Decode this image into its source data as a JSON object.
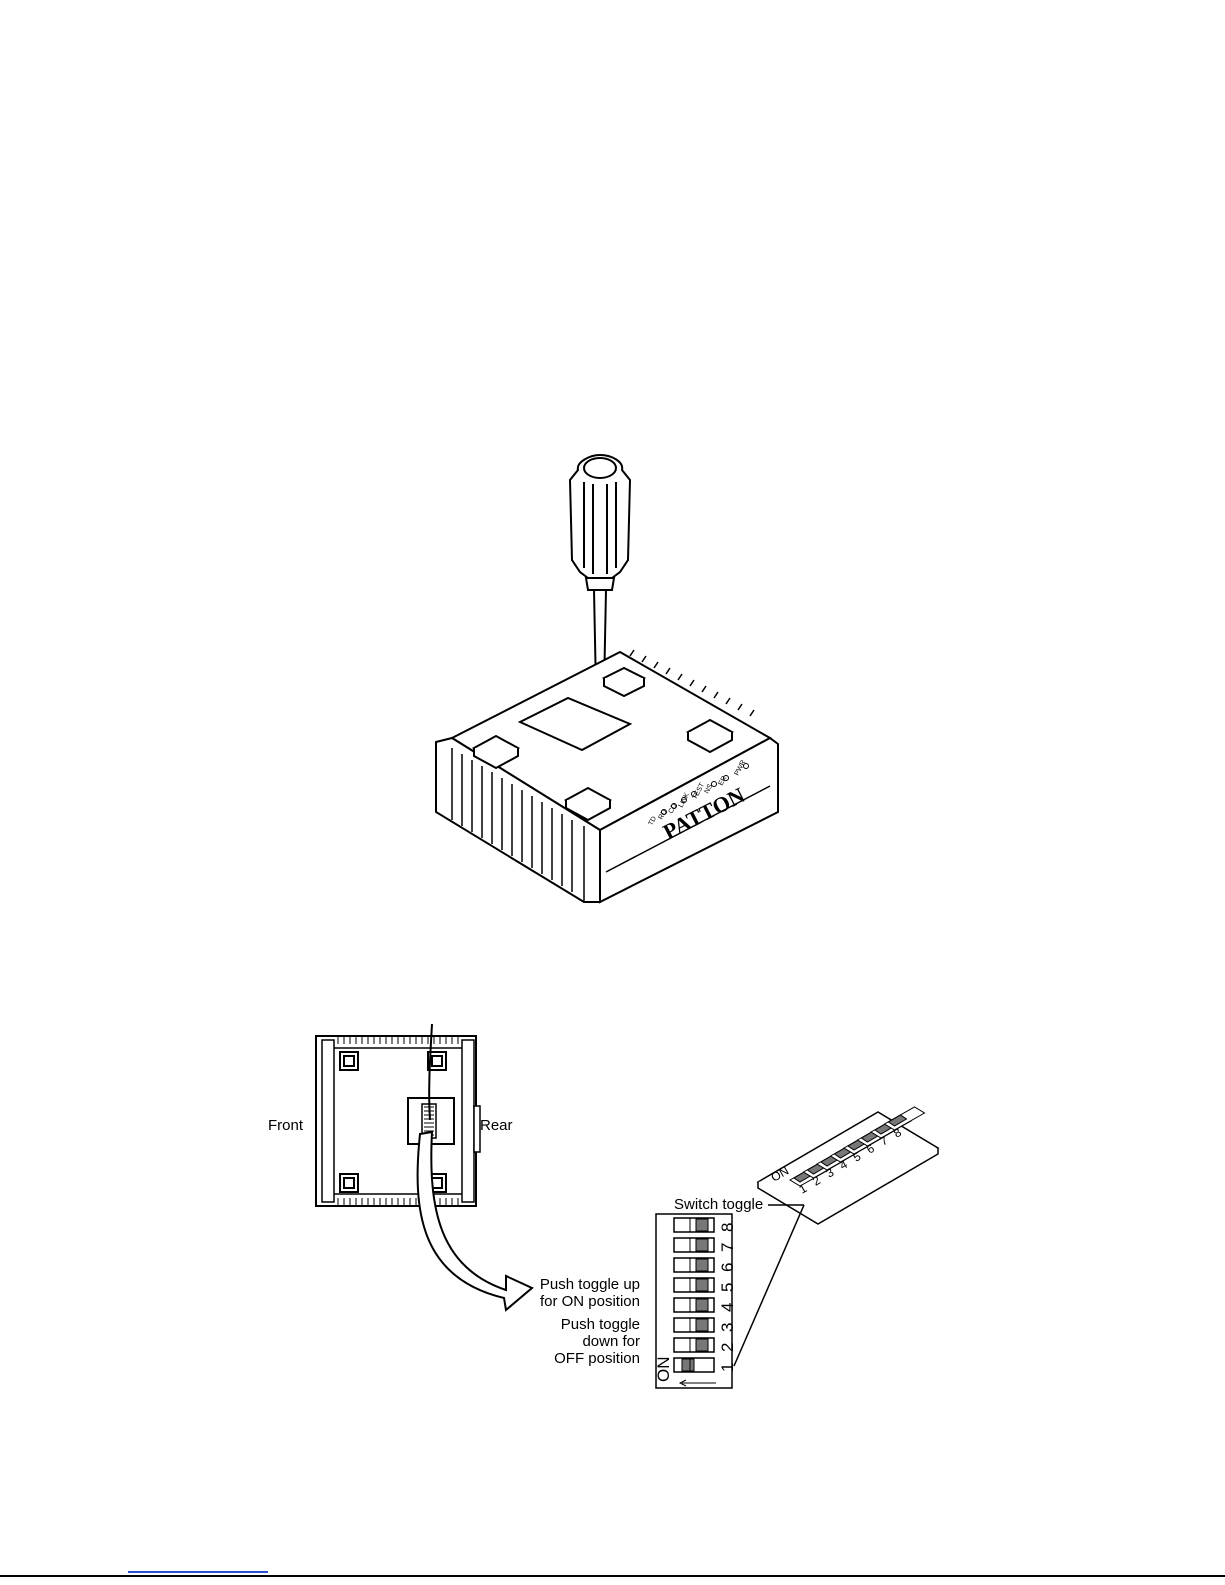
{
  "labels": {
    "front": "Front",
    "rear": "Rear",
    "switch_toggle": "Switch toggle",
    "push_up_line1": "Push toggle up",
    "push_up_line2": "for ON position",
    "push_down_line1": "Push toggle",
    "push_down_line2": "down for",
    "push_down_line3": "OFF position"
  },
  "device": {
    "brand": "PATTON",
    "led_labels": [
      "TD",
      "RD",
      "CD",
      "LINK",
      "TEST",
      "NS",
      "ER",
      "PWR"
    ]
  },
  "dip_switch": {
    "on_label": "ON",
    "positions": [
      "1",
      "2",
      "3",
      "4",
      "5",
      "6",
      "7",
      "8"
    ],
    "active_states": [
      "off",
      "on",
      "on",
      "on",
      "on",
      "on",
      "on",
      "on"
    ]
  },
  "colors": {
    "line": "#000000",
    "toggle_fill": "#777777",
    "footer_link": "#2a4fd6"
  }
}
